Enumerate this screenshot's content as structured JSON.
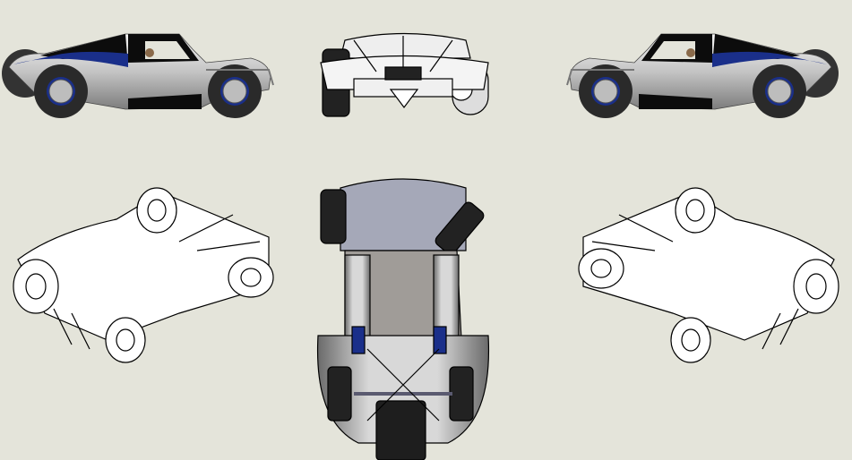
{
  "scene": {
    "views": [
      "side-left",
      "front",
      "side-right",
      "isometric-left",
      "top",
      "isometric-right"
    ]
  },
  "colors": {
    "background": "#e4e4da",
    "body_silver": "#c9c9c9",
    "body_black": "#111111",
    "accent_blue": "#1a2f8a",
    "tire": "#2a2a2a",
    "line": "#000000"
  }
}
